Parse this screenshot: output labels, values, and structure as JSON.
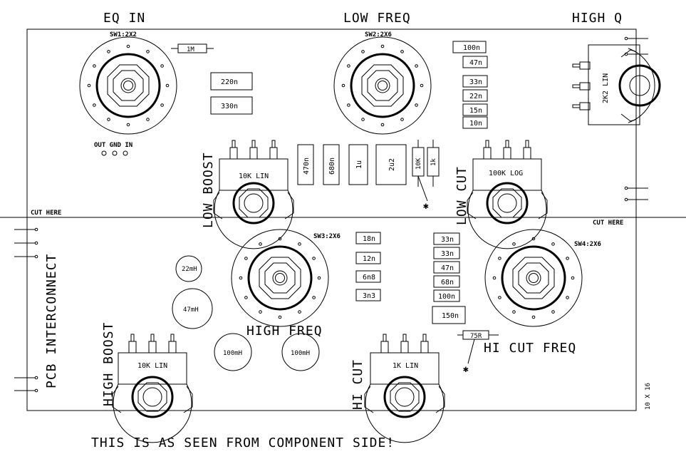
{
  "labels": {
    "eq_in": "EQ IN",
    "low_freq": "LOW FREQ",
    "high_q": "HIGH Q",
    "sw1": "SW1:2X2",
    "sw2": "SW2:2X6",
    "sw3": "SW3:2X6",
    "sw4": "SW4:2X6",
    "out_gnd_in": "OUT GND IN",
    "low_boost": "LOW BOOST",
    "low_cut": "LOW CUT",
    "pcb_interconnect": "PCB INTERCONNECT",
    "high_boost": "HIGH BOOST",
    "high_freq": "HIGH FREQ",
    "hi_cut": "HI CUT",
    "hi_cut_freq": "HI CUT FREQ",
    "cut_here_left": "CUT HERE",
    "cut_here_right": "CUT HERE",
    "footer": "THIS IS AS SEEN FROM COMPONENT SIDE!",
    "grid_size": "10 X 16",
    "asterisk": "✱"
  },
  "pots": {
    "low_boost": "10K LIN",
    "low_cut": "100K LOG",
    "high_boost": "10K LIN",
    "hi_cut": "1K LIN",
    "high_q": "2K2 LIN"
  },
  "components": {
    "r1m": "1M",
    "c220n": "220n",
    "c330n": "330n",
    "c470n": "470n",
    "c680n": "680n",
    "c1u": "1u",
    "c2u2": "2u2",
    "r10k": "10K",
    "r1k": "1k",
    "lf_caps": [
      "100n",
      "47n",
      "33n",
      "22n",
      "15n",
      "10n"
    ],
    "hf_caps": [
      "18n",
      "12n",
      "6n8",
      "3n3"
    ],
    "hc_caps": [
      "33n",
      "33n",
      "47n",
      "68n",
      "100n"
    ],
    "c150n": "150n",
    "r75r": "75R",
    "inductors": [
      "22mH",
      "47mH",
      "100mH",
      "100mH"
    ]
  }
}
